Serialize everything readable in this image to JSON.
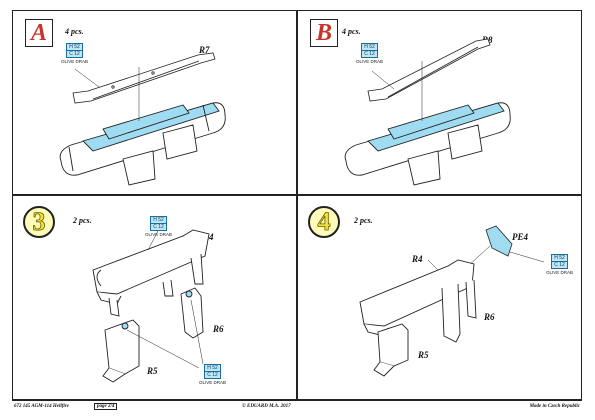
{
  "panels": {
    "A": {
      "step": "A",
      "qty": "4 pcs.",
      "part": "R7",
      "paint": {
        "code1": "H 52",
        "code2": "C 12",
        "name": "OLIVE DRAB"
      }
    },
    "B": {
      "step": "B",
      "qty": "4 pcs.",
      "part": "R8",
      "paint": {
        "code1": "H 52",
        "code2": "C 12",
        "name": "OLIVE DRAB"
      }
    },
    "s3": {
      "step": "3",
      "qty": "2 pcs.",
      "parts": [
        "R4",
        "R6",
        "R5"
      ],
      "paint1": {
        "code1": "H 52",
        "code2": "C 12",
        "name": "OLIVE DRAB"
      },
      "paint2": {
        "code1": "H 52",
        "code2": "C 12",
        "name": "OLIVE DRAB"
      }
    },
    "s4": {
      "step": "4",
      "qty": "2 pcs.",
      "parts": [
        "PE4",
        "R4",
        "R6",
        "R5"
      ],
      "paint": {
        "code1": "H 52",
        "code2": "C 12",
        "name": "OLIVE DRAB"
      }
    }
  },
  "footer": {
    "code": "672 145  AGM-114 Hellfire",
    "page": "page 2/4",
    "copyright": "© EDUARD  M.A. 2017",
    "made_in": "Made in Czech Republic"
  },
  "colors": {
    "accent_red": "#c8342c",
    "highlight_blue": "#9fdcf2",
    "step_yellow": "#f3e23a"
  }
}
